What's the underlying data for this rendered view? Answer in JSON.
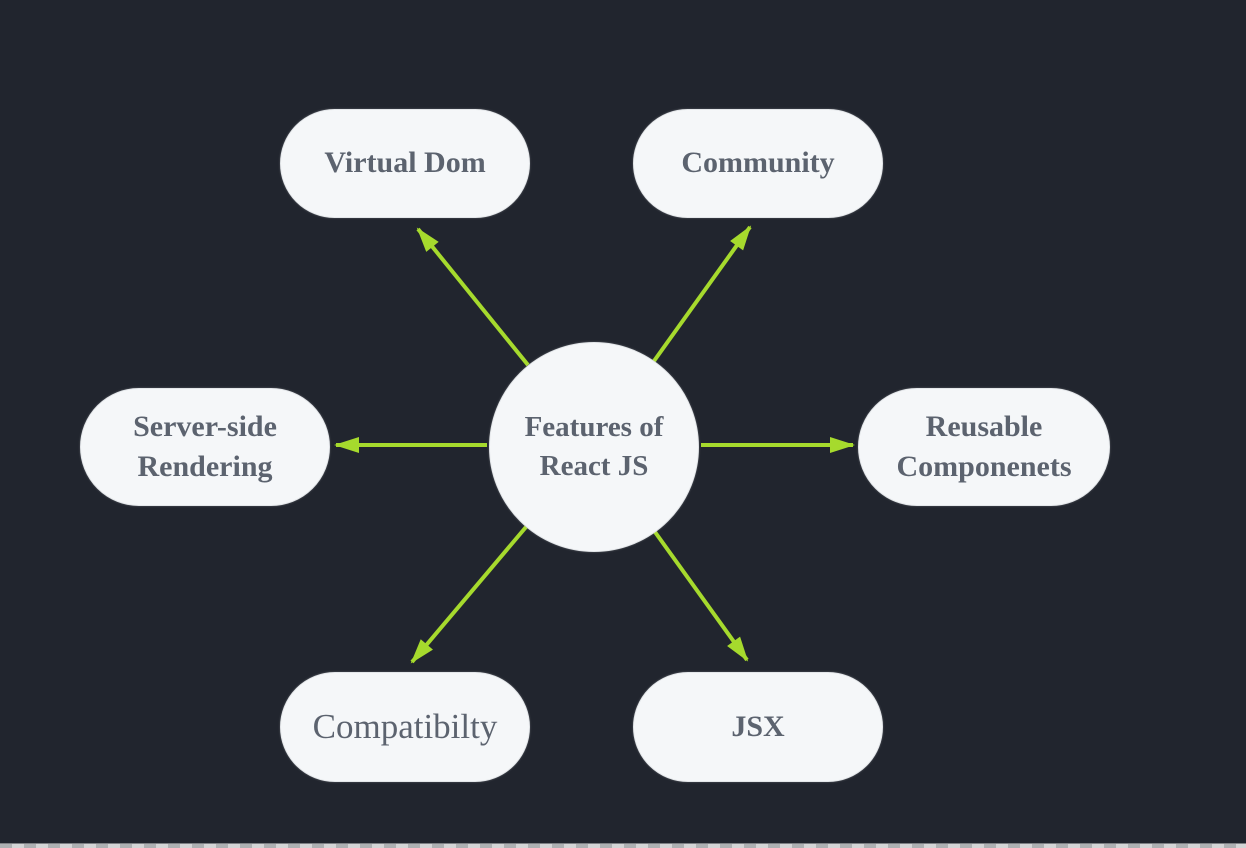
{
  "diagram": {
    "title": "Features of React JS",
    "center": {
      "line1": "Features of",
      "line2": "React JS"
    },
    "nodes": [
      {
        "id": "virtual-dom",
        "label": "Virtual Dom"
      },
      {
        "id": "community",
        "label": "Community"
      },
      {
        "id": "server-side-rendering",
        "label": "Server-side Rendering"
      },
      {
        "id": "reusable-componenets",
        "label": "Reusable Componenets"
      },
      {
        "id": "compatibilty",
        "label": "Compatibilty"
      },
      {
        "id": "jsx",
        "label": "JSX"
      }
    ],
    "connector_count": 6
  },
  "colors": {
    "bg": "#21252e",
    "node-fill": "#f5f7f9",
    "node-border": "#e4e7ea",
    "text": "#5c636f",
    "arrow": "#a6da2d"
  }
}
